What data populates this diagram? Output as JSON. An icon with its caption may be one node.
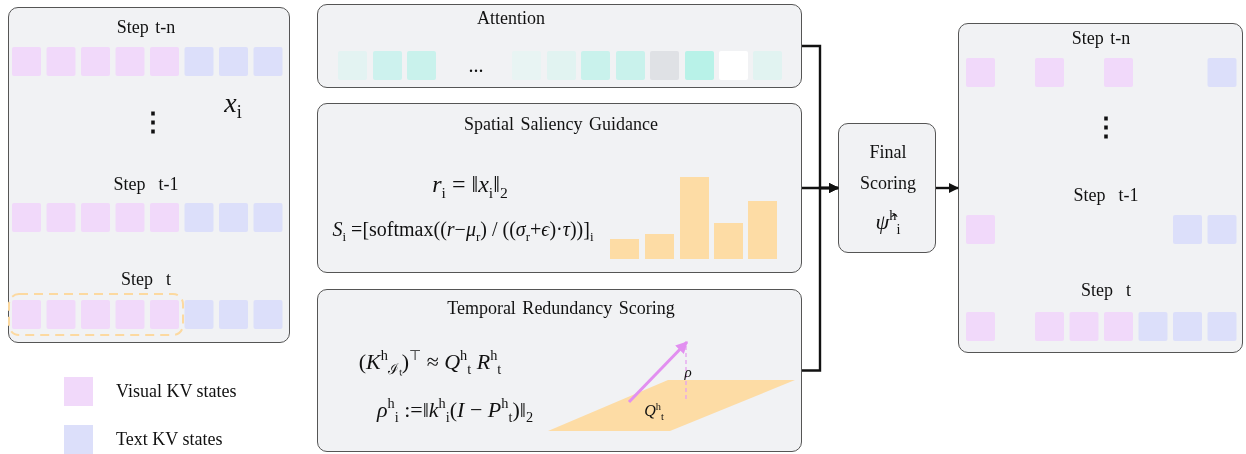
{
  "diagram": {
    "nodes": [
      {
        "text": [
          "Step t-n",
          "*x*$_{i}$",
          "⋮",
          "Step  t-1",
          "Step  t"
        ]
      },
      {
        "text": [
          "Attention",
          "..."
        ]
      },
      {
        "text": [
          "Spatial Saliency Guidance",
          "*r*$_{i}$ = ‖*x*$_{i}$‖$_{2}$",
          "*S*$_{i}$ =[softmax((*r*−*μ*$_{r}$) / ((*σ*$_{r}$+*ϵ*)·*τ*))]$_{i}$"
        ]
      },
      {
        "text": [
          "Temporal Redundancy Scoring",
          "(*K*$^{h}$$_{ℐₜ}$)$^{⊤}$ ≈ *Q*$^{h}$$_{t}$ *R*$^{h}$$_{t}$",
          "*ρ*$^{h}$$_{i}$ :=‖*k*$^{h}$$_{i}$(*I* − *P*$^{h}$$_{t}$)‖$_{2}$"
        ]
      },
      {
        "text": [
          "Final Scoring",
          "*ψ̂*$^{h}$$_{i}$"
        ]
      },
      {
        "text": [
          "Step t-n",
          "⋮",
          "Step  t-1",
          "Step  t"
        ]
      }
    ],
    "edges": [
      {
        "from": 1,
        "to": 4,
        "arrow": "to"
      },
      {
        "from": 2,
        "to": 4,
        "arrow": "to"
      },
      {
        "from": 3,
        "to": 4,
        "arrow": "to"
      },
      {
        "from": 4,
        "to": 5,
        "arrow": "to"
      }
    ],
    "labels": [
      "ρ",
      "*Q*$^{h}$$_{t}$"
    ],
    "legend": [
      {
        "text": "Visual KV states",
        "color": "#f1d9fa"
      },
      {
        "text": "Text KV states",
        "color": "#dcdffa"
      }
    ]
  }
}
